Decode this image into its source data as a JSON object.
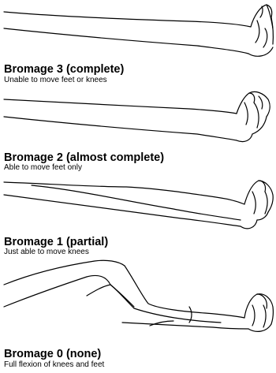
{
  "stages": [
    {
      "title": "Bromage 3 (complete)",
      "description": "Unable to move feet or knees"
    },
    {
      "title": "Bromage 2 (almost complete)",
      "description": "Able to move feet only"
    },
    {
      "title": "Bromage 1 (partial)",
      "description": "Just able to move knees"
    },
    {
      "title": "Bromage 0 (none)",
      "description": "Full flexion of knees and feet"
    }
  ]
}
